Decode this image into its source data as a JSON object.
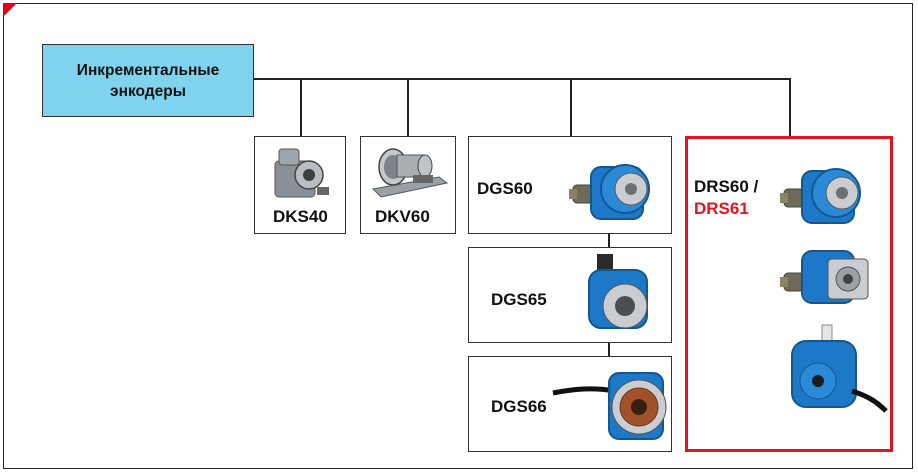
{
  "diagram": {
    "root": {
      "line1": "Инкрементальные",
      "line2": "энкодеры"
    },
    "products": {
      "dks40": {
        "label": "DKS40",
        "image": "encoder-dks40-photo"
      },
      "dkv60": {
        "label": "DKV60",
        "image": "measuring-wheel-encoder-photo"
      },
      "dgs60": {
        "label": "DGS60",
        "image": "blue-encoder-photo"
      },
      "dgs65": {
        "label": "DGS65",
        "image": "blue-hollow-encoder-photo"
      },
      "dgs66": {
        "label": "DGS66",
        "image": "blue-hollow-shaft-encoder-with-cable-photo"
      },
      "drs": {
        "label_main": "DRS60 /",
        "label_highlight": "DRS61",
        "images": [
          "blue-encoder-photo",
          "blue-encoder-flange-photo",
          "blue-hollow-encoder-cable-photo"
        ]
      }
    },
    "colors": {
      "root_fill": "#7fd3ee",
      "highlight": "#e2141e",
      "encoder_blue": "#1e78c8"
    }
  }
}
